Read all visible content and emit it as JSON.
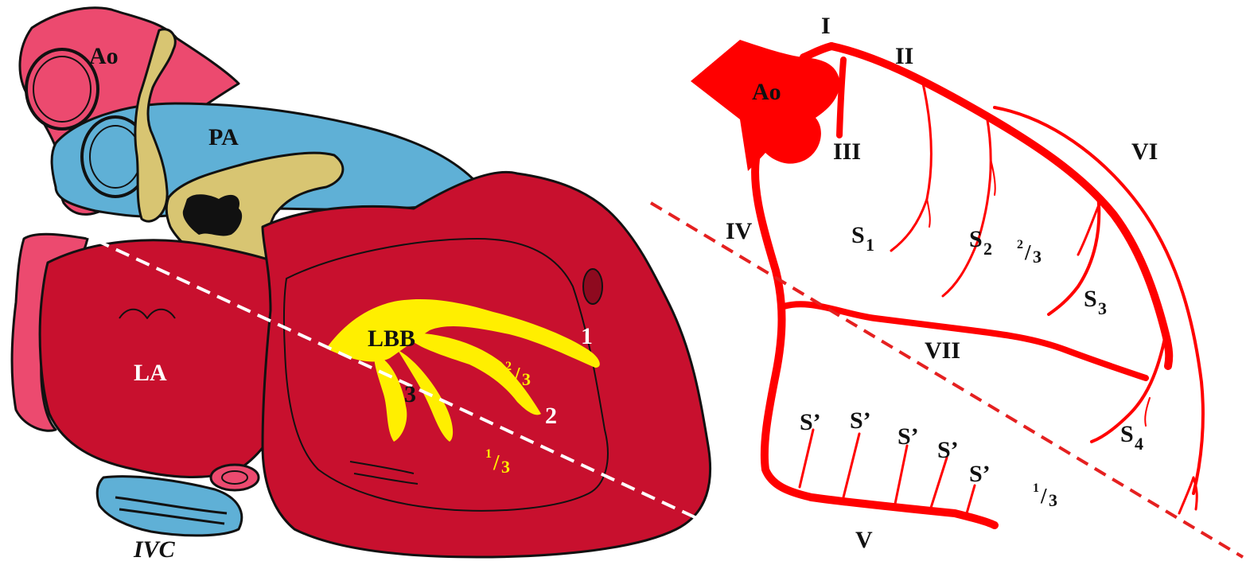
{
  "colors": {
    "myocardium": "#c8102e",
    "myocardium_dark": "#8e0a1f",
    "aorta_pink": "#ec4a6f",
    "pulmonary_blue": "#5fb0d6",
    "fat_tan": "#d8c572",
    "conduction_yellow": "#ffef00",
    "vessel_red": "#ff0000",
    "outline": "#111111",
    "white_label": "#ffffff",
    "black_label": "#111111",
    "dashed_white": "#ffffff",
    "dashed_red": "#e52020"
  },
  "left_panel": {
    "labels": {
      "ao": "Ao",
      "pa": "PA",
      "la": "LA",
      "ivc": "IVC",
      "lbb": "LBB",
      "one": "1",
      "two": "2",
      "three": "3",
      "frac_upper_num": "2",
      "frac_upper_den": "3",
      "frac_lower_num": "1",
      "frac_lower_den": "3"
    }
  },
  "right_panel": {
    "labels": {
      "ao": "Ao",
      "i": "I",
      "ii": "II",
      "iii": "III",
      "iv": "IV",
      "v": "V",
      "vi": "VI",
      "vii": "VII",
      "s": "S",
      "s1_sub": "1",
      "s2_sub": "2",
      "s3_sub": "3",
      "s4_sub": "4",
      "s_prime": "S’",
      "frac_upper_num": "2",
      "frac_upper_den": "3",
      "frac_lower_num": "1",
      "frac_lower_den": "3"
    }
  }
}
